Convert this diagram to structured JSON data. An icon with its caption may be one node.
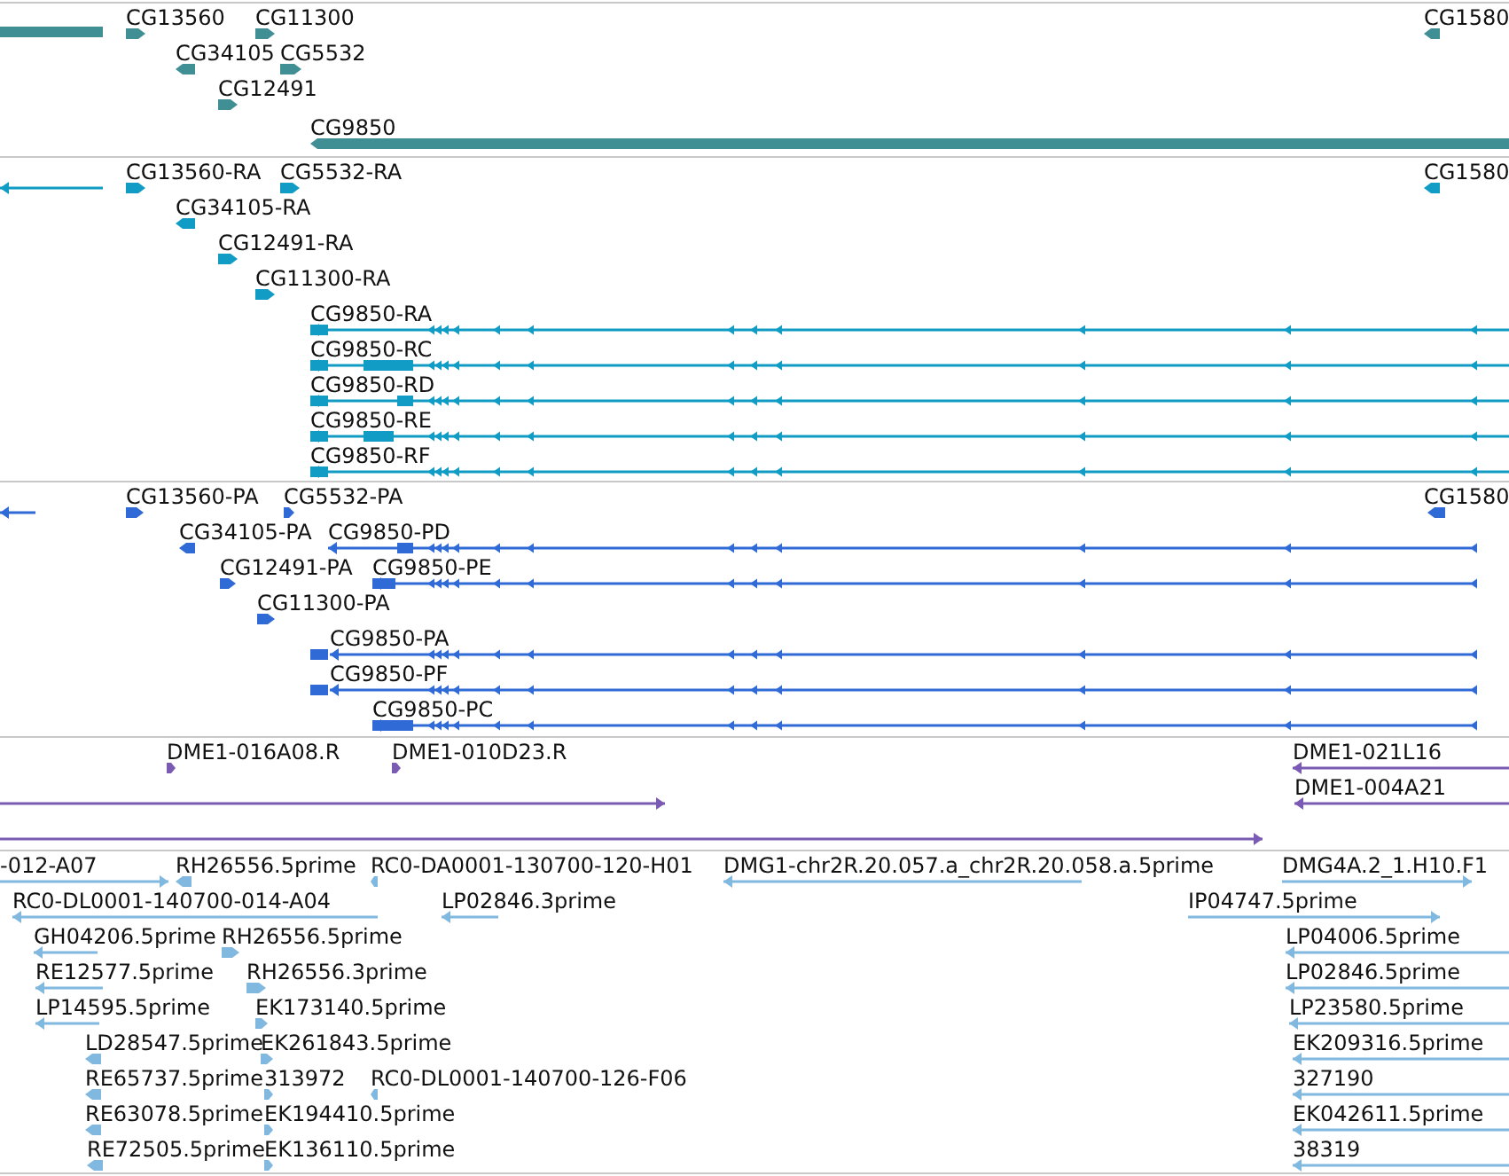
{
  "diagram": {
    "labels": [
      "CG13560",
      "CG11300",
      "CG1580",
      "CG34105",
      "CG5532",
      "CG12491",
      "CG9850",
      "CG13560-RA",
      "CG5532-RA",
      "CG1580",
      "CG34105-RA",
      "CG12491-RA",
      "CG11300-RA",
      "CG9850-RA",
      "CG9850-RC",
      "CG9850-RD",
      "CG9850-RE",
      "CG9850-RF",
      "CG13560-PA",
      "CG5532-PA",
      "CG1580",
      "CG34105-PA",
      "CG9850-PD",
      "CG12491-PA",
      "CG9850-PE",
      "CG11300-PA",
      "CG9850-PA",
      "CG9850-PF",
      "CG9850-PC",
      "DME1-016A08.R",
      "DME1-010D23.R",
      "DME1-021L16",
      "DME1-004A21",
      "-012-A07",
      "RH26556.5prime",
      "RC0-DA0001-130700-120-H01",
      "DMG1-chr2R.20.057.a_chr2R.20.058.a.5prime",
      "DMG4A.2_1.H10.F1",
      "RC0-DL0001-140700-014-A04",
      "LP02846.3prime",
      "IP04747.5prime",
      "GH04206.5prime",
      "RH26556.5prime",
      "LP04006.5prime",
      "RE12577.5prime",
      "RH26556.3prime",
      "LP02846.5prime",
      "LP14595.5prime",
      "EK173140.5prime",
      "LP23580.5prime",
      "LD28547.5prime",
      "EK261843.5prime",
      "EK209316.5prime",
      "RE65737.5prime",
      "313972",
      "RC0-DL0001-140700-126-F06",
      "327190",
      "RE63078.5prime",
      "EK194410.5prime",
      "EK042611.5prime",
      "RE72505.5prime",
      "EK136110.5prime",
      "38319"
    ]
  }
}
